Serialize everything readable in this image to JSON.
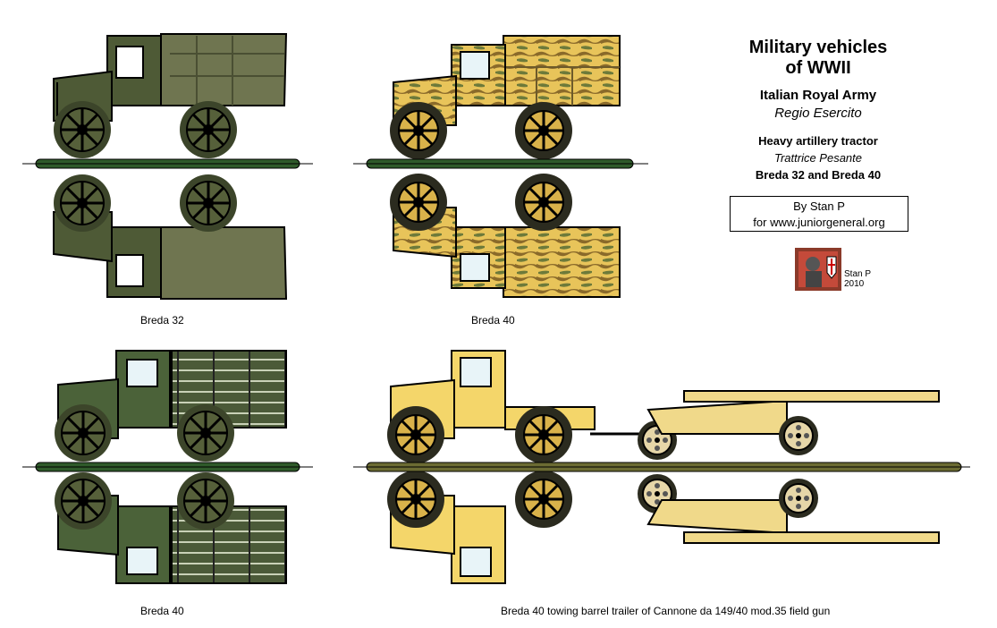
{
  "header": {
    "title_line1": "Military vehicles",
    "title_line2": "of WWII",
    "army": "Italian Royal Army",
    "army_italian": "Regio Esercito",
    "vehicle_type": "Heavy artillery tractor",
    "vehicle_type_italian": "Trattrice Pesante",
    "models": "Breda 32  and Breda 40"
  },
  "credit": {
    "author": "By Stan P",
    "site": "for www.juniorgeneral.org"
  },
  "avatar": {
    "name": "Stan P",
    "year": "2010"
  },
  "captions": {
    "top_left": "Breda 32",
    "top_right": "Breda 40",
    "bottom_left": "Breda 40",
    "bottom_right": "Breda 40 towing barrel trailer of Cannone da 149/40 mod.35 field gun"
  },
  "colors": {
    "olive_dark": "#4e5a36",
    "olive_light": "#6f7550",
    "green_truck": "#4b6239",
    "camo_sand": "#e8c45a",
    "camo_brown": "#8a6a2a",
    "camo_green": "#6d7a3a",
    "sand_yellow": "#f4d66a",
    "base_green": "#2f5a2a",
    "base_olive": "#6b6b33"
  }
}
